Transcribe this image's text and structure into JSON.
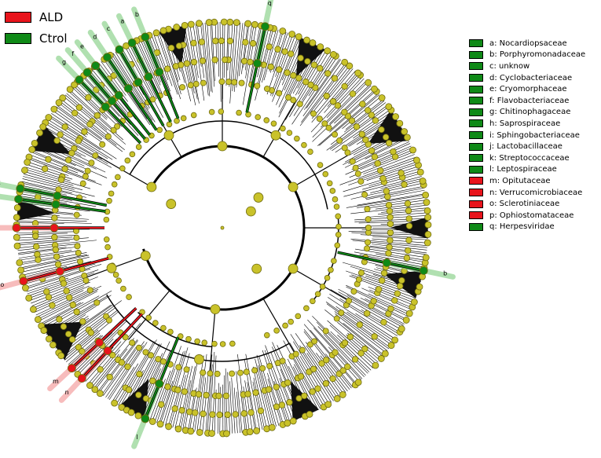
{
  "colors": {
    "ALD": "#e8141c",
    "Ctrol": "#0f8a17",
    "node": "#c9c22a",
    "node_stroke": "#6e6a10",
    "highlight_red": "#f4a0a0",
    "highlight_green": "#8fd48f"
  },
  "groups": [
    {
      "name": "ALD",
      "color": "#e8141c"
    },
    {
      "name": "Ctrol",
      "color": "#0f8a17"
    }
  ],
  "taxa": [
    {
      "key": "a",
      "label": "a: Nocardiopsaceae",
      "group": "Ctrol"
    },
    {
      "key": "b",
      "label": "b: Porphyromonadaceae",
      "group": "Ctrol"
    },
    {
      "key": "c",
      "label": "c: unknow",
      "group": "Ctrol"
    },
    {
      "key": "d",
      "label": "d: Cyclobacteriaceae",
      "group": "Ctrol"
    },
    {
      "key": "e",
      "label": "e: Cryomorphaceae",
      "group": "Ctrol"
    },
    {
      "key": "f",
      "label": "f: Flavobacteriaceae",
      "group": "Ctrol"
    },
    {
      "key": "g",
      "label": "g: Chitinophagaceae",
      "group": "Ctrol"
    },
    {
      "key": "h",
      "label": "h: Saprospiraceae",
      "group": "Ctrol"
    },
    {
      "key": "i",
      "label": "i: Sphingobacteriaceae",
      "group": "Ctrol"
    },
    {
      "key": "j",
      "label": "j: Lactobacillaceae",
      "group": "Ctrol"
    },
    {
      "key": "k",
      "label": "k: Streptococcaceae",
      "group": "Ctrol"
    },
    {
      "key": "l",
      "label": "l: Leptospiraceae",
      "group": "Ctrol"
    },
    {
      "key": "m",
      "label": "m: Opitutaceae",
      "group": "ALD"
    },
    {
      "key": "n",
      "label": "n: Verrucomicrobiaceae",
      "group": "ALD"
    },
    {
      "key": "o",
      "label": "o: Sclerotiniaceae",
      "group": "ALD"
    },
    {
      "key": "p",
      "label": "p: Ophiostomataceae",
      "group": "ALD"
    },
    {
      "key": "q",
      "label": "q: Herpesviridae",
      "group": "Ctrol"
    }
  ],
  "clade_markers": [
    {
      "key": "a",
      "angle_deg": 116,
      "group": "Ctrol"
    },
    {
      "key": "b",
      "angle_deg": 112,
      "group": "Ctrol"
    },
    {
      "key": "c",
      "angle_deg": 120,
      "group": "Ctrol"
    },
    {
      "key": "d",
      "angle_deg": 124,
      "group": "Ctrol"
    },
    {
      "key": "e",
      "angle_deg": 128,
      "group": "Ctrol"
    },
    {
      "key": "f",
      "angle_deg": 131,
      "group": "Ctrol"
    },
    {
      "key": "g",
      "angle_deg": 134,
      "group": "Ctrol"
    },
    {
      "key": "q",
      "angle_deg": 78,
      "group": "Ctrol"
    },
    {
      "key": "b",
      "angle_deg": -12,
      "group": "Ctrol"
    },
    {
      "key": "k",
      "angle_deg": 169,
      "group": "Ctrol"
    },
    {
      "key": "j",
      "angle_deg": 172,
      "group": "Ctrol"
    },
    {
      "key": "l",
      "angle_deg": -112,
      "group": "Ctrol"
    },
    {
      "key": "n",
      "angle_deg": -133,
      "group": "ALD"
    },
    {
      "key": "m",
      "angle_deg": -137,
      "group": "ALD"
    },
    {
      "key": "o",
      "angle_deg": -165,
      "group": "ALD"
    },
    {
      "key": "p",
      "angle_deg": -180,
      "group": "ALD"
    }
  ]
}
